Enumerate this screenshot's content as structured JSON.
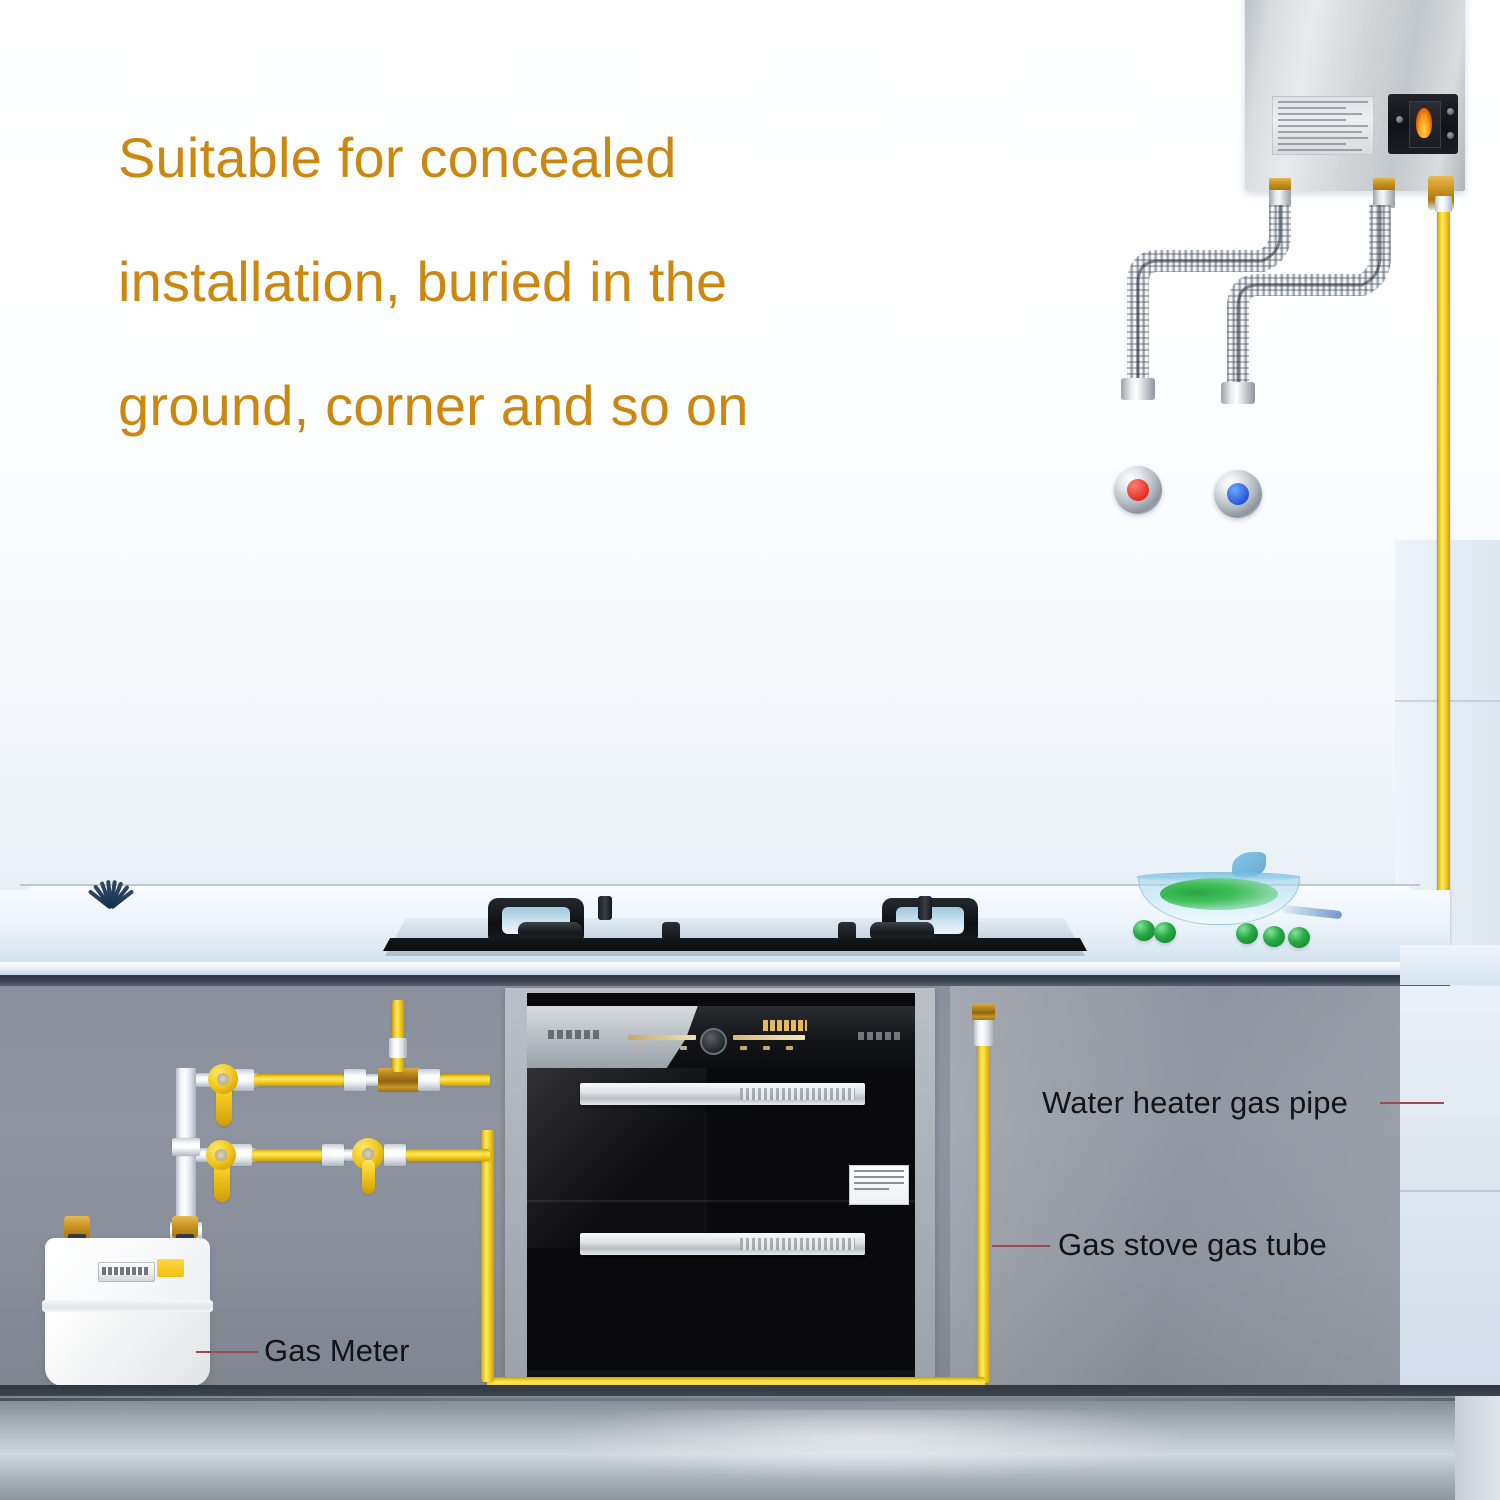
{
  "headline": {
    "line1": "Suitable for concealed",
    "line2": "installation, buried in the",
    "line3": "ground, corner and so on",
    "color": "#cc8711"
  },
  "callouts": {
    "water_heater_gas_pipe": "Water heater gas pipe",
    "gas_stove_gas_tube": "Gas stove gas tube",
    "gas_meter": "Gas Meter",
    "leader_color": "#9b4a52",
    "text_color": "#111318"
  },
  "scene": {
    "appliances": {
      "water_heater": "tankless-gas-water-heater",
      "cooktop": "two-burner-gas-cooktop",
      "disinfection_cabinet": "built-in-disinfection-cabinet",
      "gas_meter": "residential-diaphragm-gas-meter"
    },
    "pipes": {
      "gas_pipe_color": "#f5d42f",
      "water_hose_hot_indicator": "#e03024",
      "water_hose_cold_indicator": "#2a56d6",
      "fitting_color": "#c99422",
      "coupling_color": "#ffffff"
    },
    "surfaces": {
      "wall": "#f4f8fc",
      "countertop": "#e1ecf6",
      "cabinet": "#8a909c",
      "floor": "#b9c2ca"
    },
    "decor": {
      "fruit_bowl": "glass-bowl-with-green-apples",
      "fan_ornament": "blue-fan-ornament"
    }
  }
}
